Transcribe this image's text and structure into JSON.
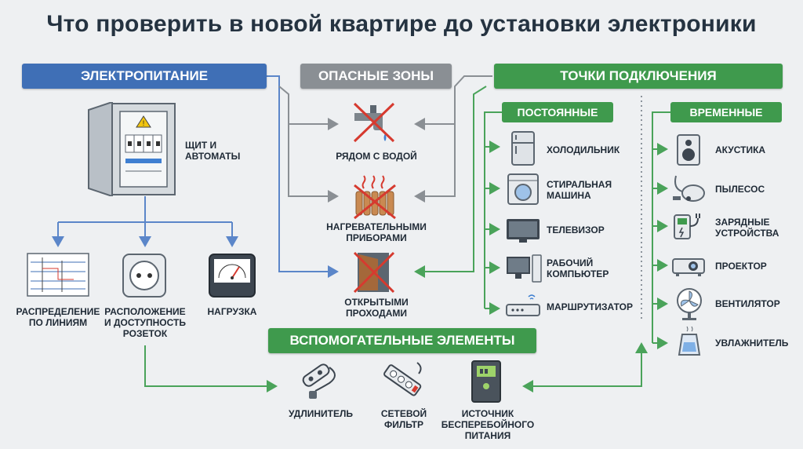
{
  "title": "Что проверить в новой квартире до установки электроники",
  "power": {
    "header": "ЭЛЕКТРОПИТАНИЕ",
    "panel_label": "ЩИТ И АВТОМАТЫ",
    "items": [
      {
        "label": "РАСПРЕДЕЛЕНИЕ ПО ЛИНИЯМ",
        "icon": "distribution-diagram-icon"
      },
      {
        "label": "РАСПОЛОЖЕНИЕ И ДОСТУПНОСТЬ РОЗЕТОК",
        "icon": "socket-icon"
      },
      {
        "label": "НАГРУЗКА",
        "icon": "meter-gauge-icon"
      }
    ]
  },
  "danger": {
    "header": "ОПАСНЫЕ ЗОНЫ",
    "items": [
      {
        "label": "РЯДОМ С ВОДОЙ",
        "icon": "faucet-crossed-icon"
      },
      {
        "label": "НАГРЕВАТЕЛЬНЫМИ ПРИБОРАМИ",
        "icon": "radiator-crossed-icon"
      },
      {
        "label": "ОТКРЫТЫМИ ПРОХОДАМИ",
        "icon": "door-crossed-icon"
      }
    ]
  },
  "points": {
    "header": "ТОЧКИ ПОДКЛЮЧЕНИЯ",
    "permanent_header": "ПОСТОЯННЫЕ",
    "temporary_header": "ВРЕМЕННЫЕ",
    "permanent": [
      {
        "label": "ХОЛОДИЛЬНИК",
        "icon": "fridge-icon"
      },
      {
        "label": "СТИРАЛЬНАЯ МАШИНА",
        "icon": "washing-machine-icon"
      },
      {
        "label": "ТЕЛЕВИЗОР",
        "icon": "tv-icon"
      },
      {
        "label": "РАБОЧИЙ КОМПЬЮТЕР",
        "icon": "computer-icon"
      },
      {
        "label": "МАРШРУТИЗАТОР",
        "icon": "router-icon"
      }
    ],
    "temporary": [
      {
        "label": "АКУСТИКА",
        "icon": "speaker-icon"
      },
      {
        "label": "ПЫЛЕСОС",
        "icon": "vacuum-icon"
      },
      {
        "label": "ЗАРЯДНЫЕ УСТРОЙСТВА",
        "icon": "charger-icon"
      },
      {
        "label": "ПРОЕКТОР",
        "icon": "projector-icon"
      },
      {
        "label": "ВЕНТИЛЯТОР",
        "icon": "fan-icon"
      },
      {
        "label": "УВЛАЖНИТЕЛЬ",
        "icon": "humidifier-icon"
      }
    ]
  },
  "auxiliary": {
    "header": "ВСПОМОГАТЕЛЬНЫЕ ЭЛЕМЕНТЫ",
    "items": [
      {
        "label": "УДЛИНИТЕЛЬ",
        "icon": "extension-cord-icon"
      },
      {
        "label": "СЕТЕВОЙ ФИЛЬТР",
        "icon": "power-strip-icon"
      },
      {
        "label": "ИСТОЧНИК БЕСПЕРЕБОЙНОГО ПИТАНИЯ",
        "icon": "ups-icon"
      }
    ]
  },
  "colors": {
    "blue": "#3f6fb6",
    "gray": "#8a8f94",
    "green": "#3f9a4d",
    "danger_red": "#d63a2f",
    "background": "#eef0f2"
  }
}
